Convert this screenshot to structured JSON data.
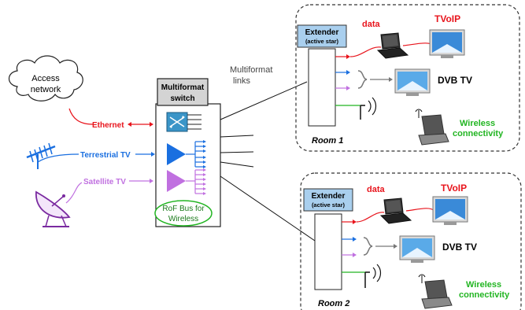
{
  "diagram": {
    "access_network": {
      "line1": "Access",
      "line2": "network"
    },
    "sources": {
      "ethernet": "Ethernet",
      "terrestrial": "Terrestrial TV",
      "satellite": "Satellite TV"
    },
    "switch": {
      "title_line1": "Multiformat",
      "title_line2": "switch",
      "rof_line1": "RoF Bus for",
      "rof_line2": "Wireless"
    },
    "links": {
      "line1": "Multiformat",
      "line2": "links"
    },
    "rooms": [
      {
        "name": "Room 1",
        "extender_line1": "Extender",
        "extender_line2": "(active star)",
        "data": "data",
        "tvoip": "TVoIP",
        "dvb": "DVB TV",
        "wireless_line1": "Wireless",
        "wireless_line2": "connectivity"
      },
      {
        "name": "Room 2",
        "extender_line1": "Extender",
        "extender_line2": "(active star)",
        "data": "data",
        "tvoip": "TVoIP",
        "dvb": "DVB TV",
        "wireless_line1": "Wireless",
        "wireless_line2": "connectivity"
      }
    ],
    "colors": {
      "ethernet": "#e8141c",
      "terrestrial": "#1a6fe0",
      "satellite": "#c070e0",
      "wireless": "#22b522",
      "extender_fill": "#a9cfee",
      "switch_title": "#d4d4d4"
    }
  }
}
